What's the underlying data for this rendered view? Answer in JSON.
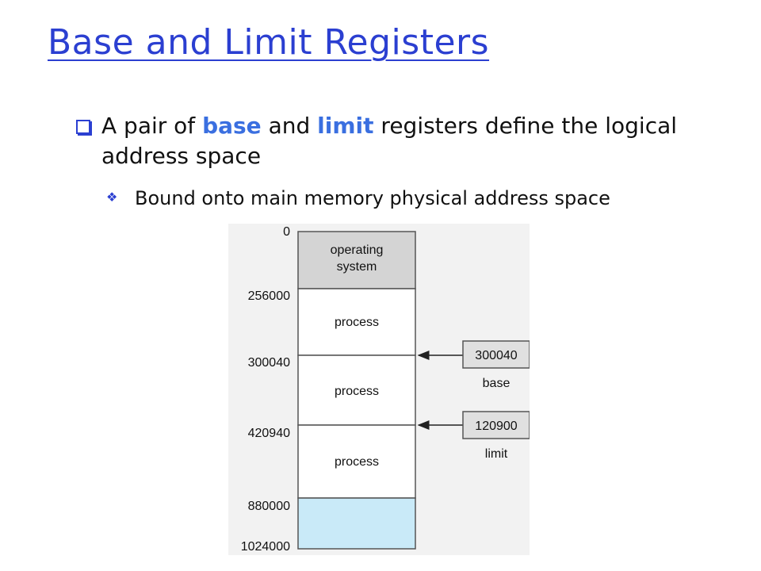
{
  "slide": {
    "title": "Base and Limit Registers",
    "bullet": {
      "text_part1": "A pair of ",
      "keyword_base": "base",
      "text_part2": " and ",
      "keyword_limit": "limit",
      "text_part3": " registers define the logical address space"
    },
    "subbullet": "Bound onto main memory physical address space"
  },
  "diagram": {
    "address_labels": [
      "0",
      "256000",
      "300040",
      "420940",
      "880000",
      "1024000"
    ],
    "segments": [
      {
        "label_line1": "operating",
        "label_line2": "system",
        "fill": "#d4d4d4"
      },
      {
        "label_line1": "process",
        "label_line2": "",
        "fill": "#ffffff"
      },
      {
        "label_line1": "process",
        "label_line2": "",
        "fill": "#ffffff"
      },
      {
        "label_line1": "process",
        "label_line2": "",
        "fill": "#ffffff"
      },
      {
        "label_line1": "",
        "label_line2": "",
        "fill": "#c9eaf8"
      }
    ],
    "registers": [
      {
        "value": "300040",
        "caption": "base"
      },
      {
        "value": "120900",
        "caption": "limit"
      }
    ]
  },
  "colors": {
    "title": "#2b3fd1",
    "keyword": "#3a6fe0",
    "bullet_marker": "#2b3fd1",
    "os_fill": "#d4d4d4",
    "free_fill": "#c9eaf8",
    "register_fill": "#e0e0e0"
  },
  "icons": {
    "bullet": "square-bullet-icon",
    "subbullet": "diamond-bullet-icon"
  }
}
